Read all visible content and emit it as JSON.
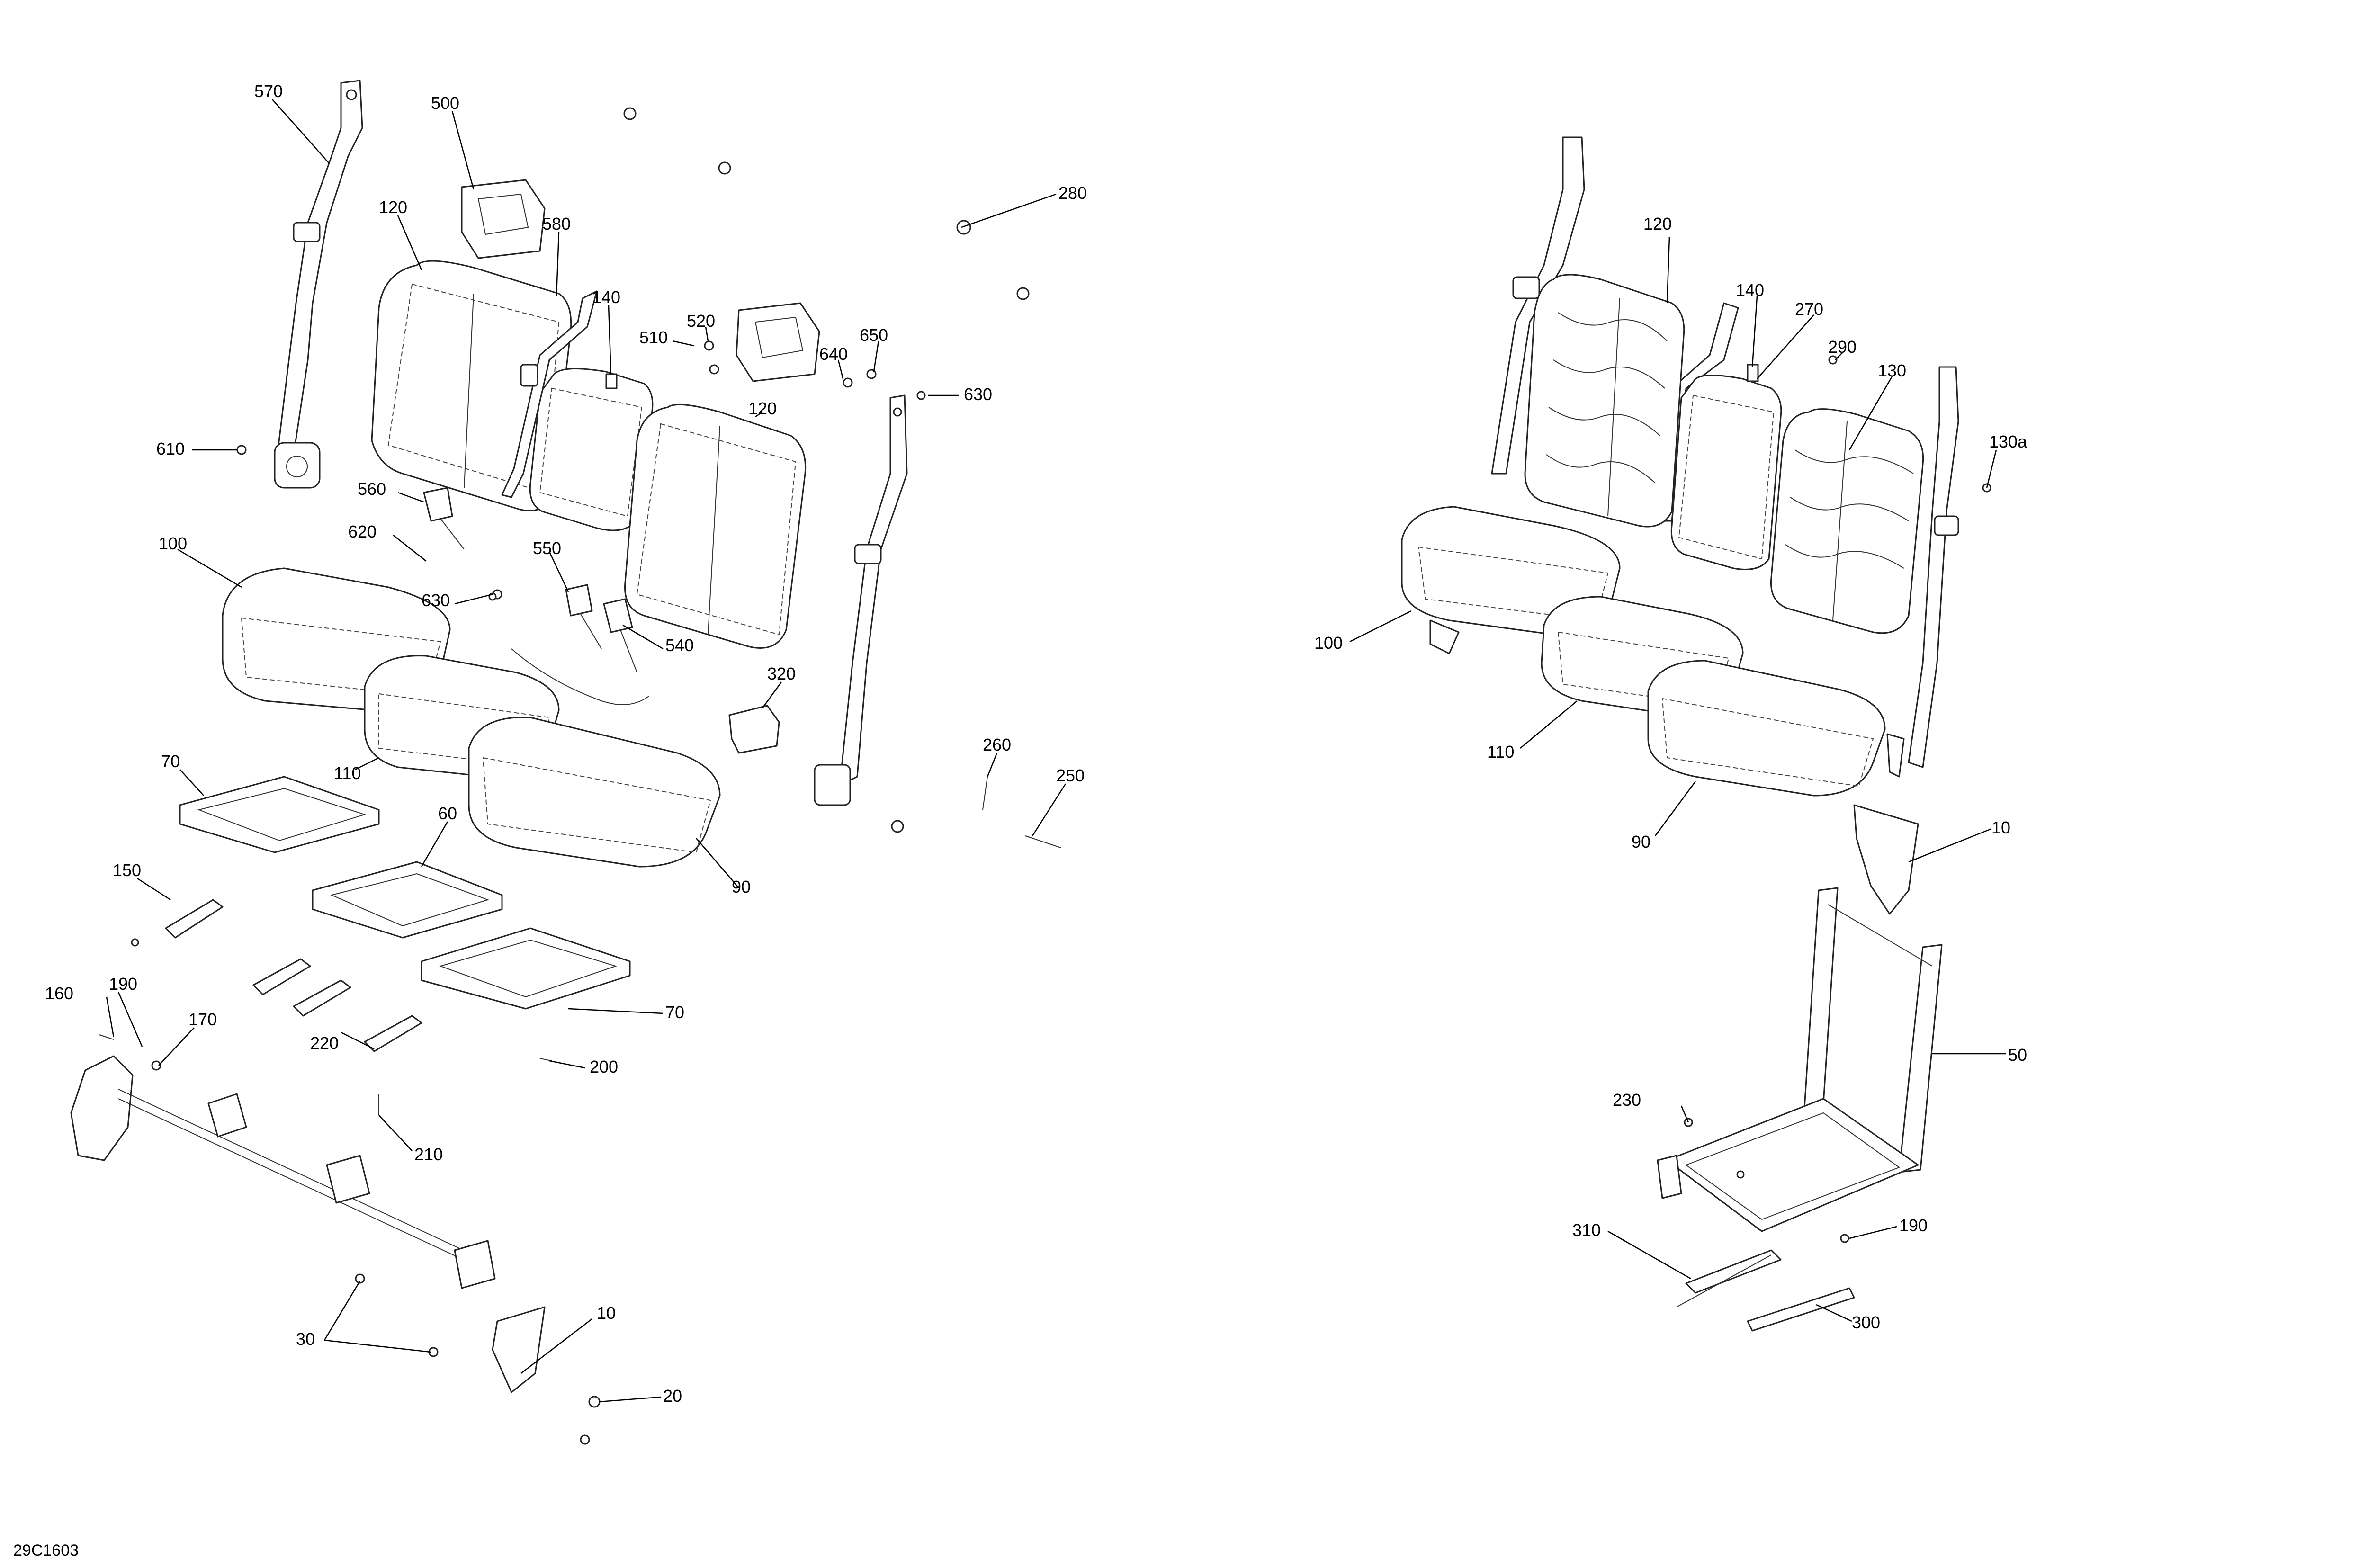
{
  "drawing_number": "29C1603",
  "left_view": {
    "callouts": [
      "570",
      "500",
      "120",
      "580",
      "140",
      "510",
      "520",
      "640",
      "650",
      "630",
      "280",
      "610",
      "120",
      "560",
      "620",
      "100",
      "550",
      "630",
      "540",
      "320",
      "260",
      "250",
      "70",
      "110",
      "60",
      "90",
      "150",
      "70",
      "160",
      "190",
      "170",
      "220",
      "200",
      "210",
      "30",
      "10",
      "20"
    ]
  },
  "right_view": {
    "callouts": [
      "120",
      "140",
      "270",
      "290",
      "130",
      "130a",
      "100",
      "110",
      "90",
      "10",
      "50",
      "230",
      "310",
      "190",
      "300"
    ]
  }
}
